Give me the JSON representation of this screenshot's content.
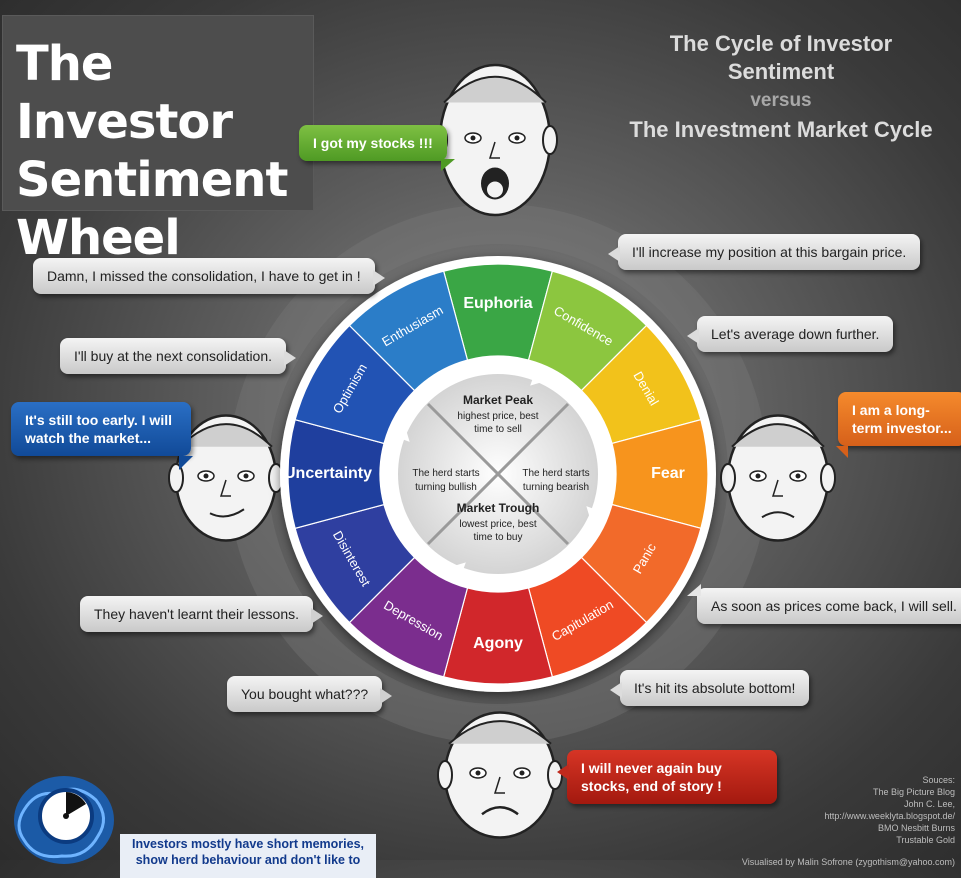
{
  "title": {
    "line1": "The Investor",
    "line2": "Sentiment",
    "line3": "Wheel"
  },
  "subtitle": {
    "line1": "The Cycle of Investor Sentiment",
    "line2": "versus",
    "line3": "The Investment Market Cycle"
  },
  "wheel_segments": [
    {
      "label": "Euphoria",
      "color": "#3aa645",
      "bold": true
    },
    {
      "label": "Confidence",
      "color": "#8cc63f",
      "bold": false
    },
    {
      "label": "Denial",
      "color": "#f2c21b",
      "bold": false
    },
    {
      "label": "Fear",
      "color": "#f7941d",
      "bold": true
    },
    {
      "label": "Panic",
      "color": "#f26a2a",
      "bold": false
    },
    {
      "label": "Capitulation",
      "color": "#ef4a24",
      "bold": false
    },
    {
      "label": "Agony",
      "color": "#d1272b",
      "bold": true
    },
    {
      "label": "Depression",
      "color": "#7b2d8e",
      "bold": false
    },
    {
      "label": "Disinterest",
      "color": "#2f3fa0",
      "bold": false
    },
    {
      "label": "Uncertainty",
      "color": "#1f3f9e",
      "bold": true
    },
    {
      "label": "Optimism",
      "color": "#2253b4",
      "bold": false
    },
    {
      "label": "Enthusiasm",
      "color": "#2b7dc8",
      "bold": false
    }
  ],
  "center": {
    "peak": {
      "title": "Market Peak",
      "line1": "highest price, best",
      "line2": "time to sell"
    },
    "trough": {
      "title": "Market Trough",
      "line1": "lowest price, best",
      "line2": "time to buy"
    },
    "left": {
      "line1": "The herd starts",
      "line2": "turning bullish"
    },
    "right": {
      "line1": "The herd starts",
      "line2": "turning bearish"
    }
  },
  "bubbles": {
    "got_stocks": "I got my stocks !!!",
    "missed": "Damn, I missed the consolidation, I have to get in !",
    "next_consolidation": "I'll buy at the next consolidation.",
    "too_early": "It's still too early. I will watch the market...",
    "havent_learnt": "They haven't learnt their lessons.",
    "bought_what": "You bought what???",
    "increase_position": "I'll increase my position at this bargain price.",
    "average_down": "Let's average down further.",
    "long_term": "I am a long-term investor...",
    "prices_back": "As soon as prices come back, I will sell.",
    "bottom": "It's hit its absolute bottom!",
    "never_again": "I will never again buy stocks, end of story !"
  },
  "sources": {
    "heading": "Souces:",
    "items": [
      "The Big Picture Blog",
      "John C. Lee,",
      "http://www.weeklyta.blogspot.de/",
      "BMO Nesbitt Burns",
      "Trustable Gold"
    ],
    "credit": "Visualised by Malin Sofrone (zygothism@yahoo.com)"
  },
  "bottom_note": "Investors mostly have short memories, show herd behaviour and don't like to"
}
